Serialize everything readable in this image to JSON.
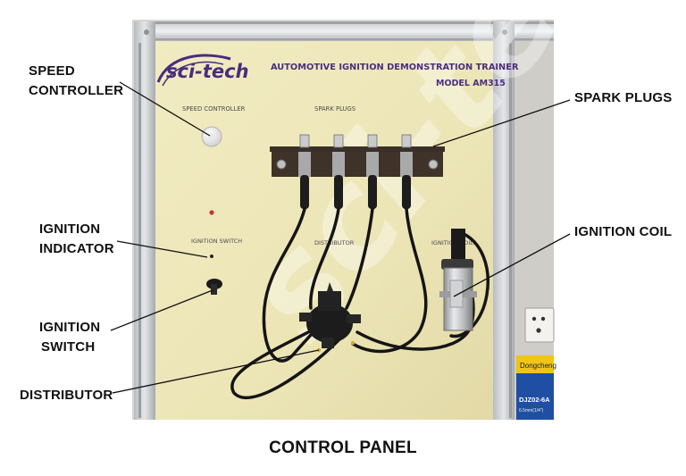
{
  "labels": {
    "speed_controller_l1": "SPEED",
    "speed_controller_l2": "CONTROLLER",
    "ignition_indicator_l1": "IGNITION",
    "ignition_indicator_l2": "INDICATOR",
    "ignition_switch_l1": "IGNITION",
    "ignition_switch_l2": "SWITCH",
    "distributor": "DISTRIBUTOR",
    "spark_plugs": "SPARK PLUGS",
    "ignition_coil": "IGNITION COIL"
  },
  "panel": {
    "logo": "sci-tech",
    "title": "AUTOMOTIVE IGNITION DEMONSTRATION TRAINER",
    "model": "MODEL AM315",
    "speed_controller": "SPEED CONTROLLER",
    "spark_plugs": "SPARK PLUGS",
    "ignition_switch": "IGNITION SWITCH",
    "distributor": "DISTRIBUTOR",
    "ignition_coil": "IGNITION COIL"
  },
  "box": {
    "brand": "Dongcheng",
    "model": "DJZ02-6A",
    "spec": "6.5mm(1/4\")"
  },
  "caption": "CONTROL PANEL"
}
